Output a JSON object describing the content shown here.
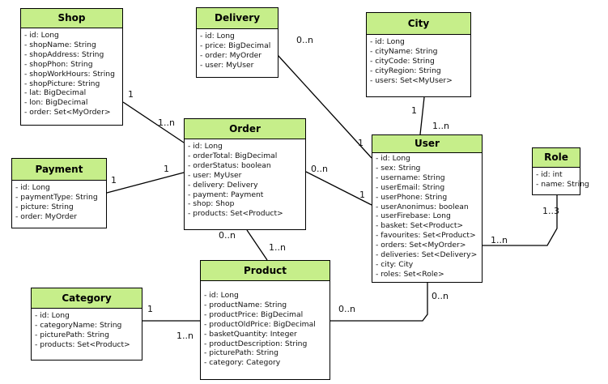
{
  "classes": {
    "shop": {
      "name": "Shop",
      "attributes": [
        "- id: Long",
        "- shopName: String",
        "- shopAddress: String",
        "- shopPhon: String",
        "- shopWorkHours: String",
        "- shopPicture: String",
        "- lat: BigDecimal",
        "- lon: BigDecimal",
        "- order: Set<MyOrder>"
      ]
    },
    "delivery": {
      "name": "Delivery",
      "attributes": [
        "- id: Long",
        "- price: BigDecimal",
        "- order: MyOrder",
        "- user: MyUser"
      ]
    },
    "city": {
      "name": "City",
      "attributes": [
        "- id: Long",
        "- cityName: String",
        "- cityCode: String",
        "- cityRegion: String",
        "- users: Set<MyUser>"
      ]
    },
    "payment": {
      "name": "Payment",
      "attributes": [
        "- id: Long",
        "- paymentType: String",
        "- picture: String",
        "- order: MyOrder"
      ]
    },
    "order": {
      "name": "Order",
      "attributes": [
        "- id: Long",
        "- orderTotal: BigDecimal",
        "- orderStatus: boolean",
        "- user: MyUser",
        "- delivery: Delivery",
        "- payment: Payment",
        "- shop: Shop",
        "- products: Set<Product>"
      ]
    },
    "user": {
      "name": "User",
      "attributes": [
        "- id: Long",
        "- sex: String",
        "- username: String",
        "- userEmail: String",
        "- userPhone: String",
        "- userAnonimus: boolean",
        "- userFirebase: Long",
        "- basket: Set<Product>",
        "- favourites: Set<Product>",
        "- orders: Set<MyOrder>",
        "- deliveries: Set<Delivery>",
        "- city: City",
        "- roles: Set<Role>"
      ]
    },
    "role": {
      "name": "Role",
      "attributes": [
        "- id: int",
        "- name: String"
      ]
    },
    "category": {
      "name": "Category",
      "attributes": [
        "- id: Long",
        "- categoryName: String",
        "- picturePath: String",
        "- products: Set<Product>"
      ]
    },
    "product": {
      "name": "Product",
      "attributes": [
        "- id: Long",
        "- productName: String",
        "- productPrice: BigDecimal",
        "- productOldPrice: BigDecimal",
        "- basketQuantity: Integer",
        "- productDescription: String",
        "- picturePath: String",
        "- category: Category"
      ]
    }
  },
  "multiplicities": {
    "shop_order_shop": "1",
    "shop_order_order": "1..n",
    "delivery_user_delivery": "0..n",
    "delivery_user_user": "1",
    "city_user_city": "1",
    "city_user_user": "1..n",
    "payment_order_payment": "1",
    "payment_order_order": "1",
    "order_user_order": "0..n",
    "order_user_user": "1",
    "role_user_role": "1..3",
    "role_user_user": "1..n",
    "order_product_order": "0..n",
    "order_product_product": "1..n",
    "category_product_category": "1",
    "category_product_product": "1..n",
    "product_user_product": "0..n",
    "product_user_user": "0..n"
  }
}
